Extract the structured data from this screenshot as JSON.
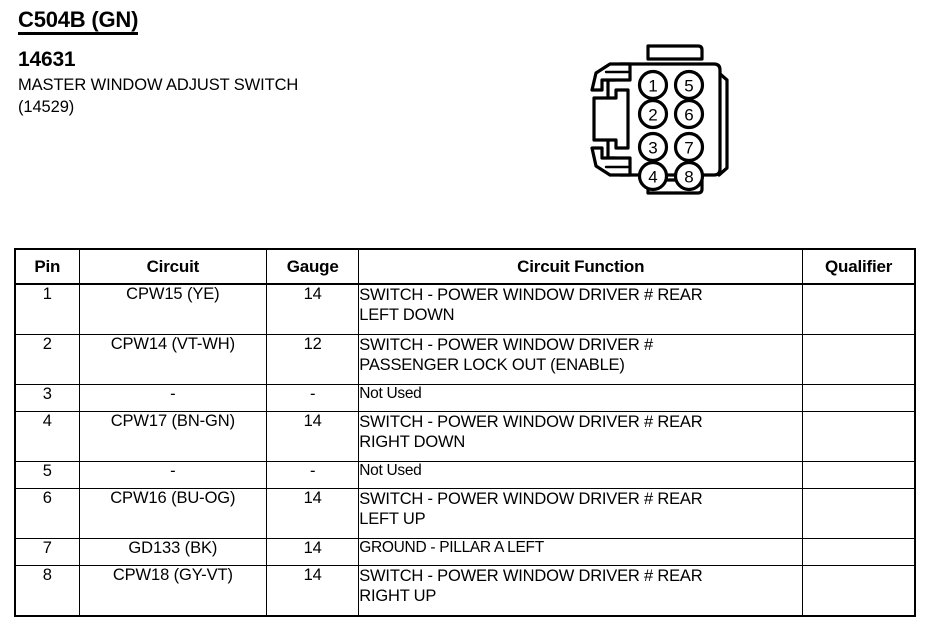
{
  "header": {
    "connector_title": "C504B (GN)",
    "part_number": "14631",
    "part_name": "MASTER WINDOW ADJUST SWITCH",
    "part_alt_number": "(14529)"
  },
  "connector": {
    "name": "8-pin-connector-illustration",
    "pin_count": 8,
    "left_column_pins": [
      "1",
      "2",
      "3",
      "4"
    ],
    "right_column_pins": [
      "5",
      "6",
      "7",
      "8"
    ],
    "pin_labels": [
      "1",
      "2",
      "3",
      "4",
      "5",
      "6",
      "7",
      "8"
    ],
    "outline_color": "#000000",
    "fill_color": "#ffffff"
  },
  "table": {
    "headers": {
      "pin": "Pin",
      "circuit": "Circuit",
      "gauge": "Gauge",
      "function": "Circuit Function",
      "qualifier": "Qualifier"
    },
    "rows": [
      {
        "pin": "1",
        "circuit": "CPW15 (YE)",
        "gauge": "14",
        "function": "SWITCH - POWER WINDOW DRIVER # REAR\nLEFT DOWN",
        "qualifier": "",
        "tall": true
      },
      {
        "pin": "2",
        "circuit": "CPW14 (VT-WH)",
        "gauge": "12",
        "function": "SWITCH - POWER WINDOW DRIVER #\nPASSENGER LOCK OUT (ENABLE)",
        "qualifier": "",
        "tall": true
      },
      {
        "pin": "3",
        "circuit": "-",
        "gauge": "-",
        "function": "Not Used",
        "qualifier": "",
        "tall": false
      },
      {
        "pin": "4",
        "circuit": "CPW17 (BN-GN)",
        "gauge": "14",
        "function": "SWITCH - POWER WINDOW DRIVER # REAR\nRIGHT DOWN",
        "qualifier": "",
        "tall": true
      },
      {
        "pin": "5",
        "circuit": "-",
        "gauge": "-",
        "function": "Not Used",
        "qualifier": "",
        "tall": false
      },
      {
        "pin": "6",
        "circuit": "CPW16 (BU-OG)",
        "gauge": "14",
        "function": "SWITCH - POWER WINDOW DRIVER # REAR\nLEFT UP",
        "qualifier": "",
        "tall": true
      },
      {
        "pin": "7",
        "circuit": "GD133 (BK)",
        "gauge": "14",
        "function": "GROUND - PILLAR A LEFT",
        "qualifier": "",
        "tall": false
      },
      {
        "pin": "8",
        "circuit": "CPW18 (GY-VT)",
        "gauge": "14",
        "function": "SWITCH - POWER WINDOW DRIVER # REAR\nRIGHT UP",
        "qualifier": "",
        "tall": true
      }
    ]
  }
}
